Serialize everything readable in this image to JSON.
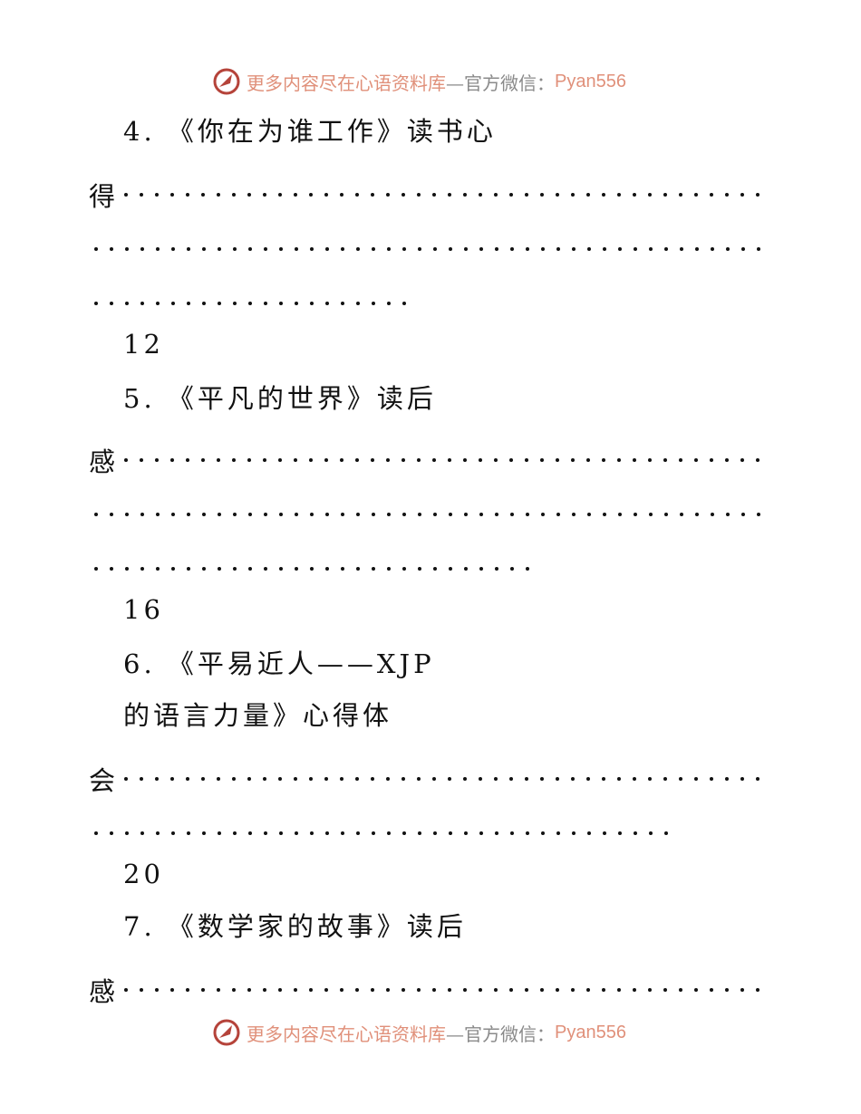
{
  "banner": {
    "part1": "更多内容尽在心语资料库",
    "part2": "—官方微信：",
    "part3": "Pyan556",
    "logo_color": "#b5433a",
    "accent": "#e0907a"
  },
  "toc": [
    {
      "title": "4.  《你在为谁工作》读书心",
      "lead": "得",
      "dots": [
        42,
        44,
        21
      ],
      "page": "12"
    },
    {
      "title": "5.  《平凡的世界》读后",
      "lead": "感",
      "dots": [
        42,
        44,
        29
      ],
      "page": "16"
    },
    {
      "title": "6.  《平易近人——XJP",
      "title2": "的语言力量》心得体",
      "lead": "会",
      "dots": [
        42,
        38
      ],
      "page": "20"
    },
    {
      "title": "7.  《数学家的故事》读后",
      "lead": "感",
      "dots": [
        42
      ]
    }
  ]
}
